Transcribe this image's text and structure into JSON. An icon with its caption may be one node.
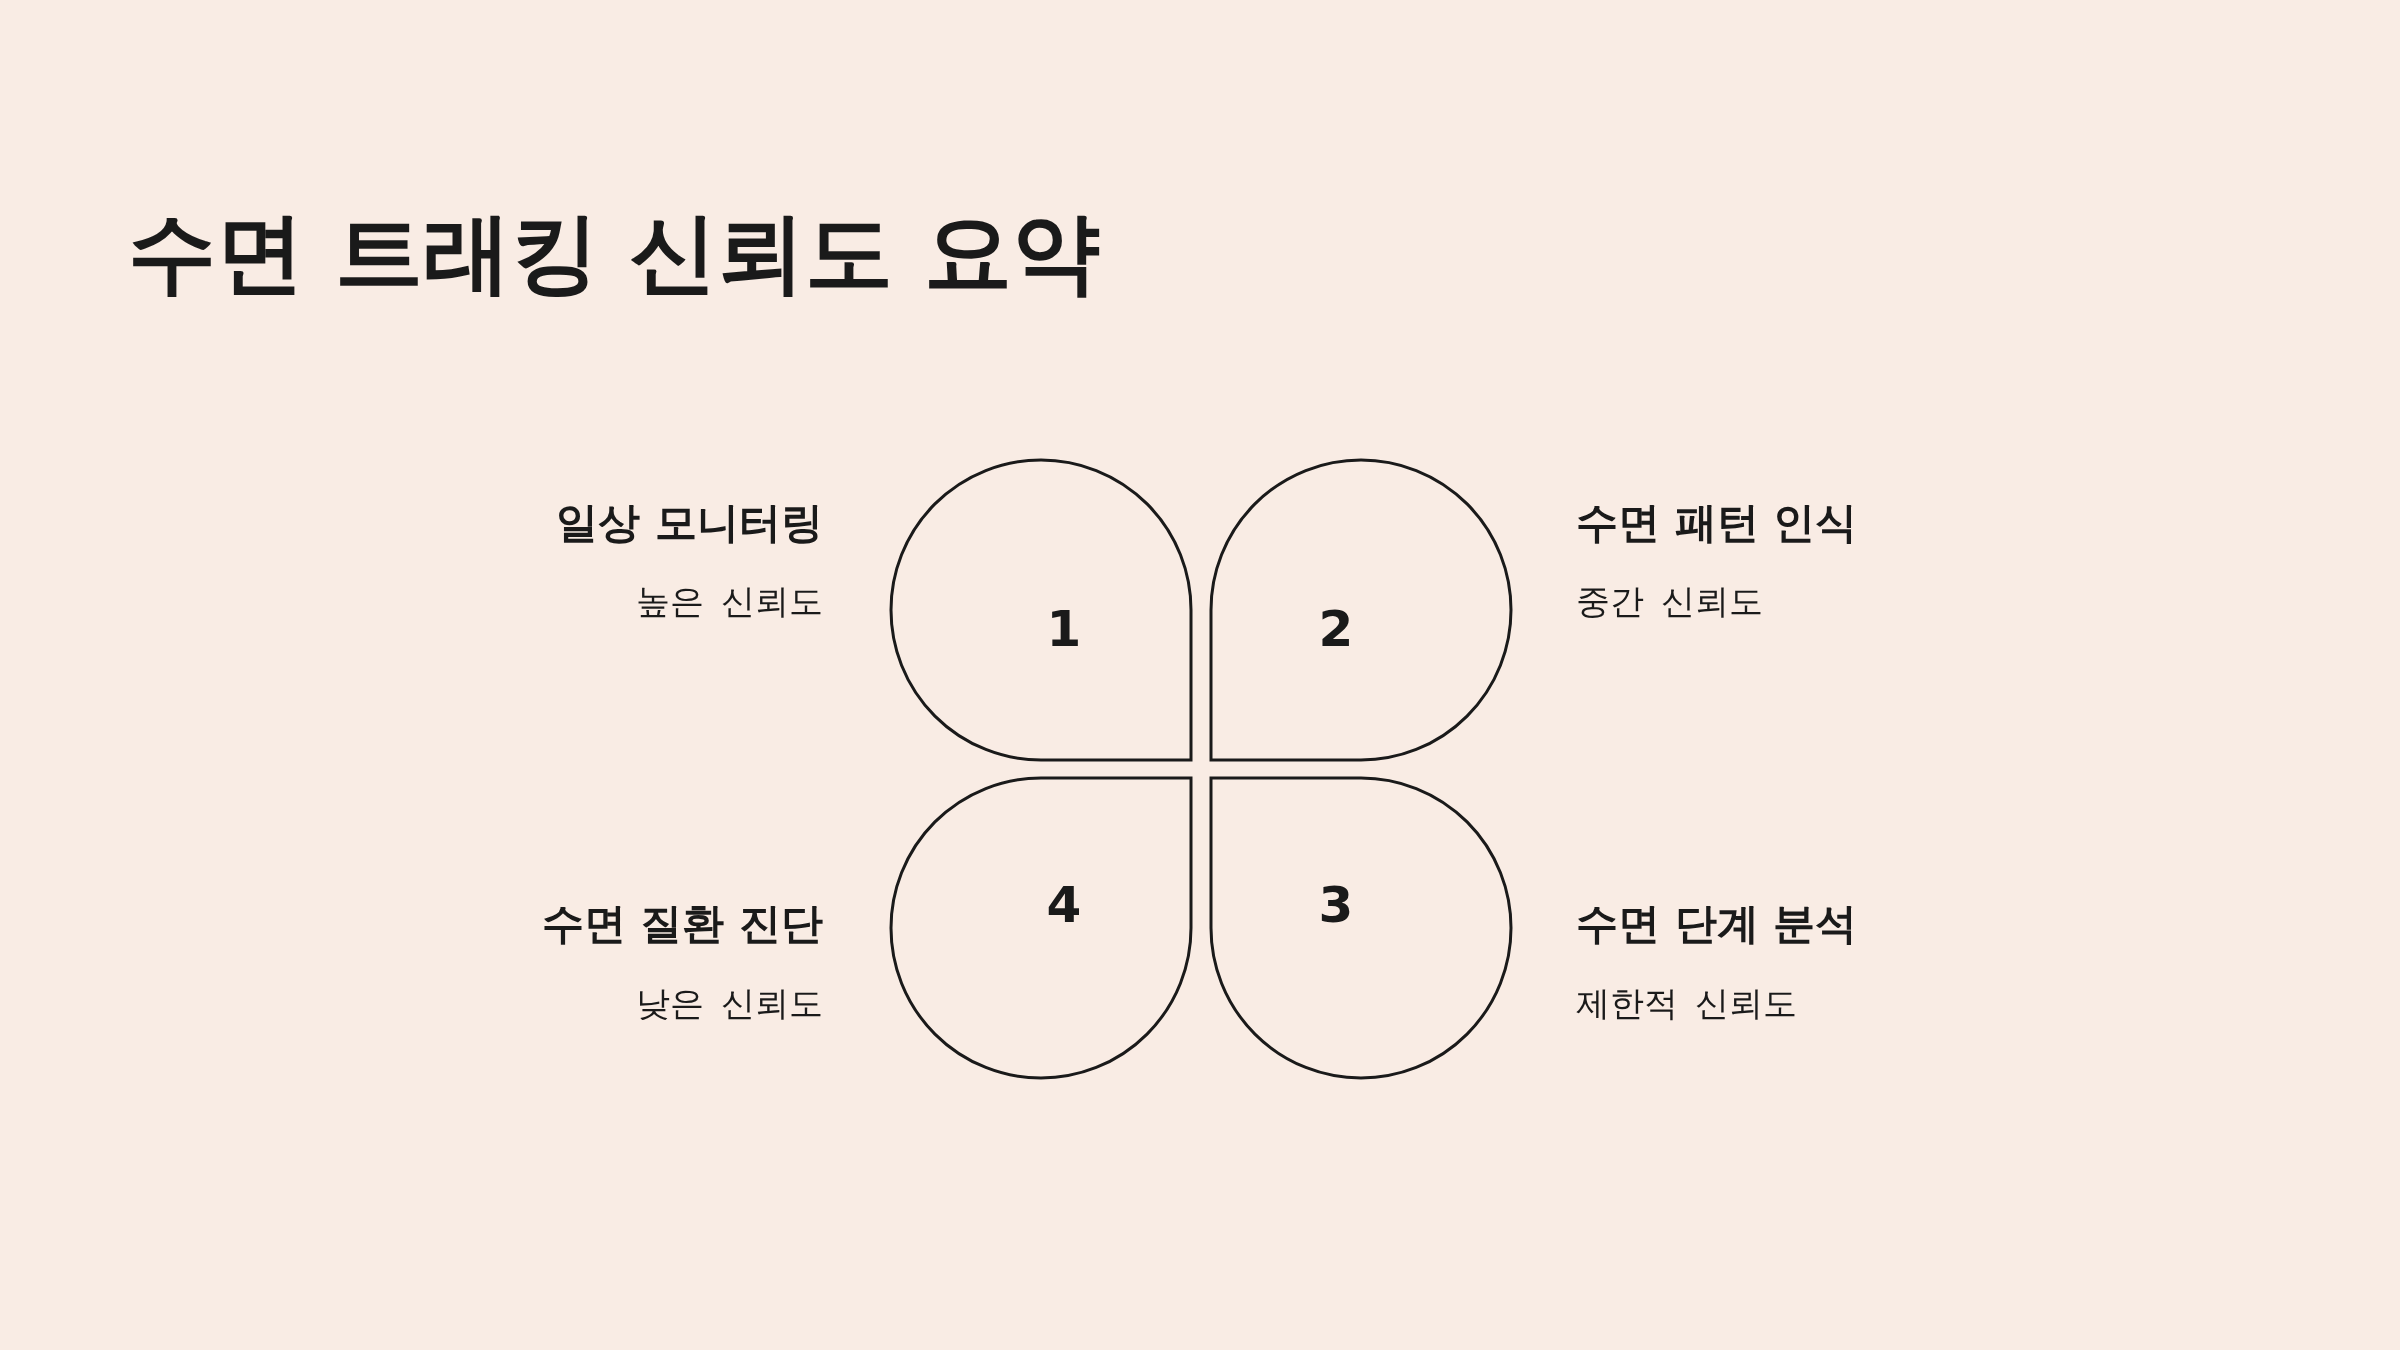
{
  "diagram": {
    "title": "수면 트래킹 신뢰도 요약",
    "nodes": [
      {
        "text": [
          "1"
        ],
        "beside": [
          "일상 모니터링",
          "높은 신뢰도"
        ]
      },
      {
        "text": [
          "2"
        ],
        "beside": [
          "수면 패턴 인식",
          "중간 신뢰도"
        ]
      },
      {
        "text": [
          "3"
        ],
        "beside": [
          "수면 단계 분석",
          "제한적 신뢰도"
        ]
      },
      {
        "text": [
          "4"
        ],
        "beside": [
          "수면 질환 진단",
          "낮은 신뢰도"
        ]
      }
    ]
  }
}
